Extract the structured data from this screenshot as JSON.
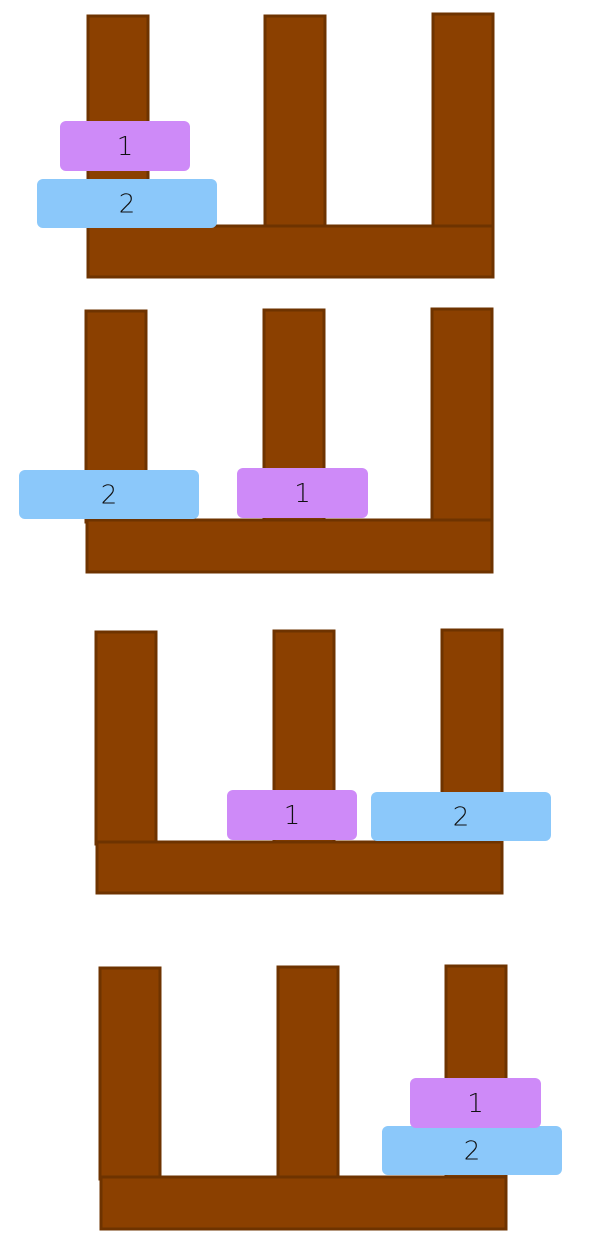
{
  "colors": {
    "wood": "#8B4000",
    "wood_edge": "#6E3300",
    "disk_1": "#CE8AF8",
    "disk_2": "#8BC8FA",
    "label": "#111111"
  },
  "steps": [
    {
      "pegs": [
        {
          "disks": [
            {
              "label": "2",
              "size": 2
            },
            {
              "label": "1",
              "size": 1
            }
          ]
        },
        {
          "disks": []
        },
        {
          "disks": []
        }
      ]
    },
    {
      "pegs": [
        {
          "disks": [
            {
              "label": "2",
              "size": 2
            }
          ]
        },
        {
          "disks": [
            {
              "label": "1",
              "size": 1
            }
          ]
        },
        {
          "disks": []
        }
      ]
    },
    {
      "pegs": [
        {
          "disks": []
        },
        {
          "disks": [
            {
              "label": "1",
              "size": 1
            }
          ]
        },
        {
          "disks": [
            {
              "label": "2",
              "size": 2
            }
          ]
        }
      ]
    },
    {
      "pegs": [
        {
          "disks": []
        },
        {
          "disks": []
        },
        {
          "disks": [
            {
              "label": "2",
              "size": 2
            },
            {
              "label": "1",
              "size": 1
            }
          ]
        }
      ]
    }
  ]
}
